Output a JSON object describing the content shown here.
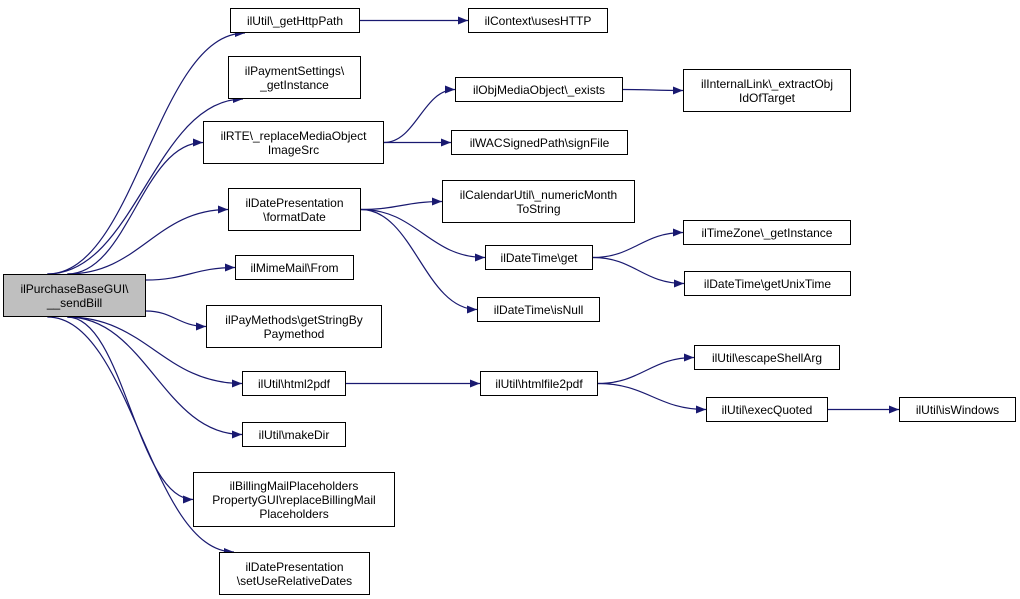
{
  "colors": {
    "edge": "#191970",
    "root_fill": "#bfbfbf",
    "node_fill": "#ffffff",
    "border": "#000000"
  },
  "nodes": {
    "root": [
      "ilPurchaseBaseGUI\\",
      "__sendBill"
    ],
    "getHttpPath": [
      "ilUtil\\_getHttpPath"
    ],
    "usesHTTP": [
      "ilContext\\usesHTTP"
    ],
    "paymentSettings": [
      "ilPaymentSettings\\",
      "_getInstance"
    ],
    "replaceMedia": [
      "ilRTE\\_replaceMediaObject",
      "ImageSrc"
    ],
    "objMediaExists": [
      "ilObjMediaObject\\_exists"
    ],
    "extractObj": [
      "ilInternalLink\\_extractObj",
      "IdOfTarget"
    ],
    "signFile": [
      "ilWACSignedPath\\signFile"
    ],
    "formatDate": [
      "ilDatePresentation",
      "\\formatDate"
    ],
    "numericMonth": [
      "ilCalendarUtil\\_numericMonth",
      "ToString"
    ],
    "dateTimeGet": [
      "ilDateTime\\get"
    ],
    "timeZone": [
      "ilTimeZone\\_getInstance"
    ],
    "unixTime": [
      "ilDateTime\\getUnixTime"
    ],
    "isNull": [
      "ilDateTime\\isNull"
    ],
    "mimeFrom": [
      "ilMimeMail\\From"
    ],
    "payMethods": [
      "ilPayMethods\\getStringBy",
      "Paymethod"
    ],
    "html2pdf": [
      "ilUtil\\html2pdf"
    ],
    "htmlfile2pdf": [
      "ilUtil\\htmlfile2pdf"
    ],
    "escapeShell": [
      "ilUtil\\escapeShellArg"
    ],
    "execQuoted": [
      "ilUtil\\execQuoted"
    ],
    "isWindows": [
      "ilUtil\\isWindows"
    ],
    "makeDir": [
      "ilUtil\\makeDir"
    ],
    "billingMail": [
      "ilBillingMailPlaceholders",
      "PropertyGUI\\replaceBillingMail",
      "Placeholders"
    ],
    "relativeDates": [
      "ilDatePresentation",
      "\\setUseRelativeDates"
    ]
  },
  "edges": [
    [
      "root",
      "getHttpPath"
    ],
    [
      "root",
      "paymentSettings"
    ],
    [
      "root",
      "replaceMedia"
    ],
    [
      "root",
      "formatDate"
    ],
    [
      "root",
      "mimeFrom"
    ],
    [
      "root",
      "payMethods"
    ],
    [
      "root",
      "html2pdf"
    ],
    [
      "root",
      "makeDir"
    ],
    [
      "root",
      "billingMail"
    ],
    [
      "root",
      "relativeDates"
    ],
    [
      "getHttpPath",
      "usesHTTP"
    ],
    [
      "replaceMedia",
      "objMediaExists"
    ],
    [
      "replaceMedia",
      "signFile"
    ],
    [
      "objMediaExists",
      "extractObj"
    ],
    [
      "formatDate",
      "numericMonth"
    ],
    [
      "formatDate",
      "dateTimeGet"
    ],
    [
      "formatDate",
      "isNull"
    ],
    [
      "dateTimeGet",
      "timeZone"
    ],
    [
      "dateTimeGet",
      "unixTime"
    ],
    [
      "html2pdf",
      "htmlfile2pdf"
    ],
    [
      "htmlfile2pdf",
      "escapeShell"
    ],
    [
      "htmlfile2pdf",
      "execQuoted"
    ],
    [
      "execQuoted",
      "isWindows"
    ]
  ]
}
